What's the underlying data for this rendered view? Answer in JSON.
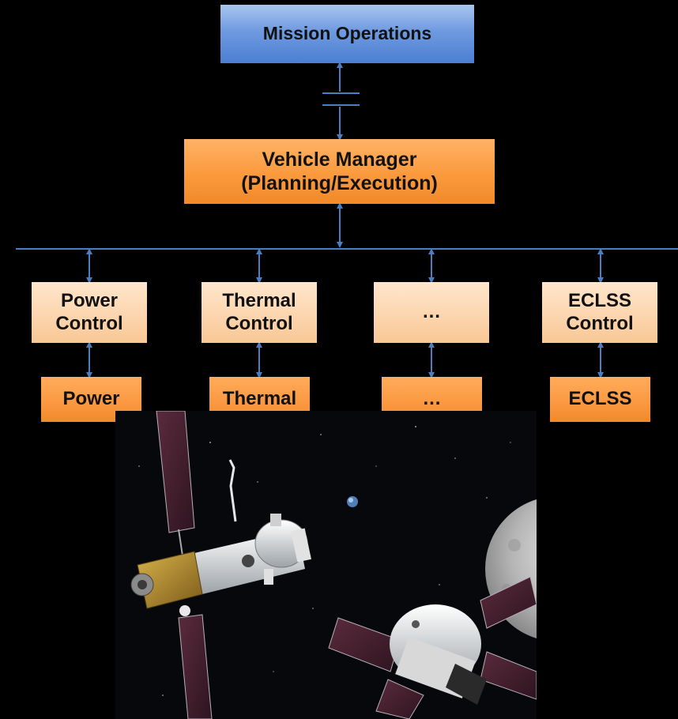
{
  "diagram": {
    "mission_operations": "Mission Operations",
    "vehicle_manager": "Vehicle Manager\n(Planning/Execution)",
    "controllers": [
      {
        "label": "Power\nControl"
      },
      {
        "label": "Thermal\nControl"
      },
      {
        "label": "…"
      },
      {
        "label": "ECLSS\nControl"
      }
    ],
    "subsystems": [
      {
        "label": "Power"
      },
      {
        "label": "Thermal"
      },
      {
        "label": "…"
      },
      {
        "label": "ECLSS"
      }
    ],
    "colors": {
      "line": "#4a7ec0",
      "mission_box": "#6f9ae0",
      "manager_box": "#fb9a3d",
      "controller_box": "#fcd4ac",
      "subsystem_box": "#fb9840"
    }
  },
  "image": {
    "description_icons": [
      "gateway-station-icon",
      "orion-capsule-icon",
      "moon-icon",
      "earth-icon"
    ]
  }
}
